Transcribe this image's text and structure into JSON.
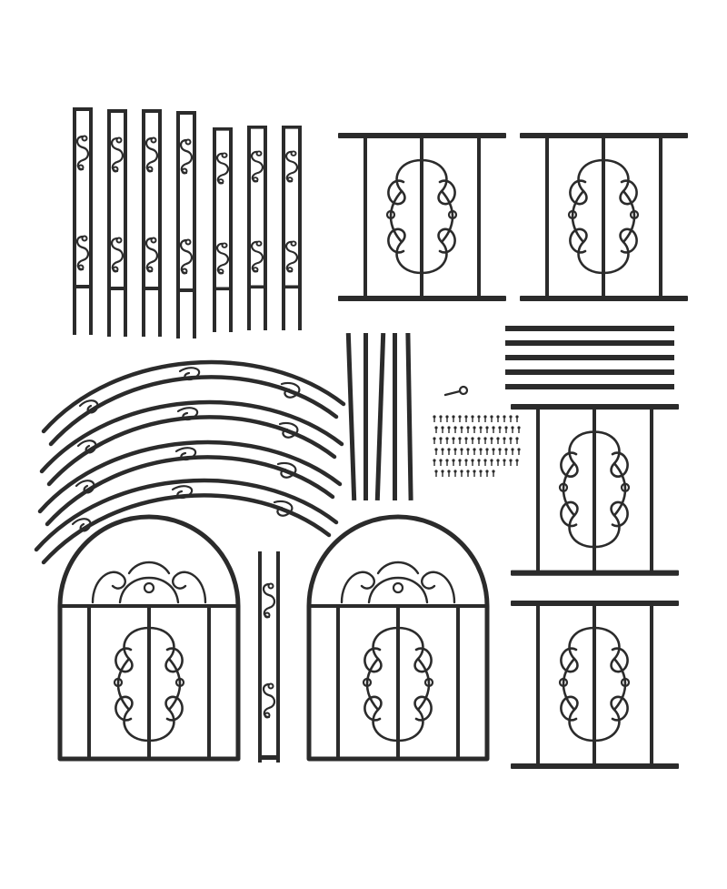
{
  "image": {
    "kind": "product-photo",
    "colors": {
      "background": "#ffffff",
      "metal": "#2b2b2b"
    }
  },
  "kit_parts": {
    "scroll_posts": 7,
    "straight_panels": 4,
    "flat_bars": 5,
    "rods": 5,
    "arch_segments": 4,
    "arched_gates": 2,
    "narrow_post": 1,
    "hook": 1,
    "hardware_bolts": 80
  }
}
